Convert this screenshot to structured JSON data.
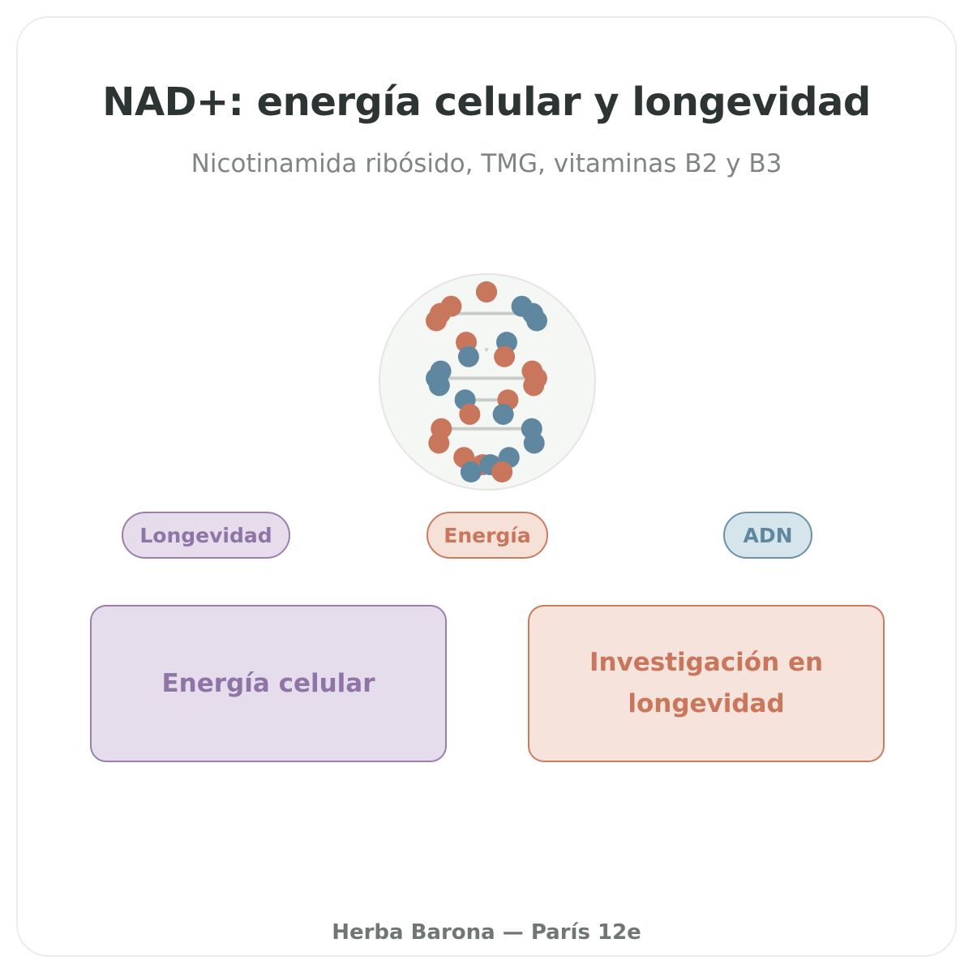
{
  "header": {
    "title": "NAD+: energía celular y longevidad",
    "subtitle": "Nicotinamida ribósido, TMG, vitaminas B2 y B3"
  },
  "illustration": {
    "icon": "dna-helix-icon",
    "colors": {
      "strand_a": "#c9775c",
      "strand_b": "#5f87a0",
      "rung": "#c9ccc8",
      "circle_bg": "#f5f7f4",
      "circle_border": "#e3e6e2"
    }
  },
  "tags": [
    {
      "label": "Longevidad",
      "color": "#8f74a6"
    },
    {
      "label": "Energía",
      "color": "#c9775c"
    },
    {
      "label": "ADN",
      "color": "#5f87a0"
    }
  ],
  "boxes": [
    {
      "label": "Energía celular",
      "color": "#8f74a6"
    },
    {
      "label": "Investigación en longevidad",
      "color": "#c9775c"
    }
  ],
  "footer": {
    "text": "Herba Barona — París 12e"
  }
}
